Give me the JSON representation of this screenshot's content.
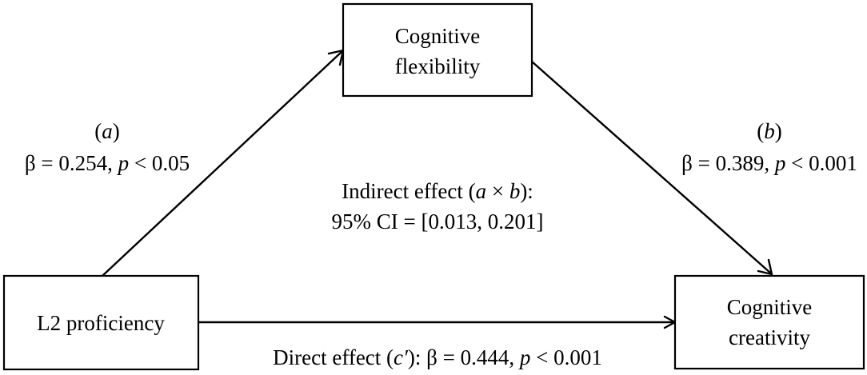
{
  "nodes": {
    "mediator": {
      "line1": "Cognitive",
      "line2": "flexibility"
    },
    "predictor": {
      "label": "L2 proficiency"
    },
    "outcome": {
      "line1": "Cognitive",
      "line2": "creativity"
    }
  },
  "paths": {
    "a": {
      "tag": "a",
      "beta": "β = 0.254, ",
      "p_symbol": "p",
      "p_rest": " < 0.05"
    },
    "b": {
      "tag": "b",
      "beta": "β = 0.389, ",
      "p_symbol": "p",
      "p_rest": " < 0.001"
    },
    "indirect": {
      "prefix": "Indirect effect (",
      "a": "a",
      "times": " × ",
      "b": "b",
      "suffix": "):",
      "ci": "95% CI = [0.013, 0.201]"
    },
    "direct": {
      "prefix": "Direct effect (",
      "c": "c′",
      "suffix": "): β = 0.444, ",
      "p_symbol": "p",
      "p_rest": " < 0.001"
    }
  }
}
